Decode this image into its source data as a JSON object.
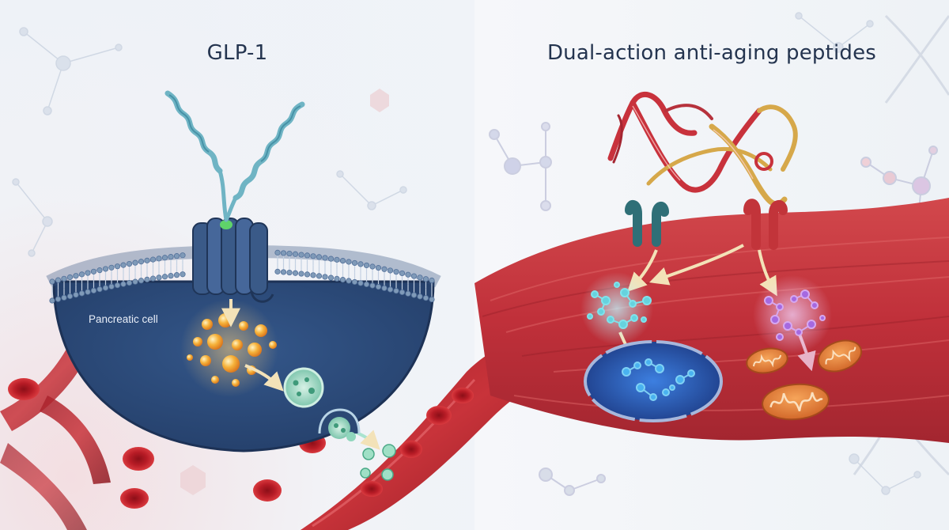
{
  "titles": {
    "left": "GLP-1",
    "right": "Dual-action anti-aging peptides"
  },
  "labels": {
    "pancreatic_cell": "Pancreatic cell"
  },
  "colors": {
    "background": "#f3f5f8",
    "title_text": "#24344f",
    "cell_body": "#2b4874",
    "membrane_head": "#7f9ab8",
    "receptor": "#3a5a88",
    "glp1_helix": "#79b8c6",
    "insulin_granule": "#f2a93a",
    "secretory_vesicle": "#9fd6c2",
    "blood_vessel": "#b8202a",
    "red_blood_cell": "#c4202a",
    "muscle_tissue": "#c8333a",
    "peptide_red": "#c8323c",
    "peptide_gold": "#d6a84a",
    "receptor_teal": "#2f6f77",
    "nucleus": "#2f62c2",
    "cyan_molecules": "#66d2de",
    "violet_molecules": "#a569e0",
    "mitochondria": "#e58a3c",
    "arrow": "#f3e2b8"
  },
  "icons": {
    "left": [
      "glp1-peptide-icon",
      "receptor-icon",
      "insulin-granules-icon",
      "secretory-vesicle-icon",
      "red-blood-cell-icon",
      "blood-vessel-icon"
    ],
    "right": [
      "dual-peptide-icon",
      "receptor-pair-icon",
      "cyan-molecule-cluster-icon",
      "nucleus-icon",
      "violet-molecule-cluster-icon",
      "mitochondria-icon"
    ],
    "background": [
      "molecule-network-icon",
      "dna-helix-icon",
      "hexagon-icon"
    ]
  }
}
